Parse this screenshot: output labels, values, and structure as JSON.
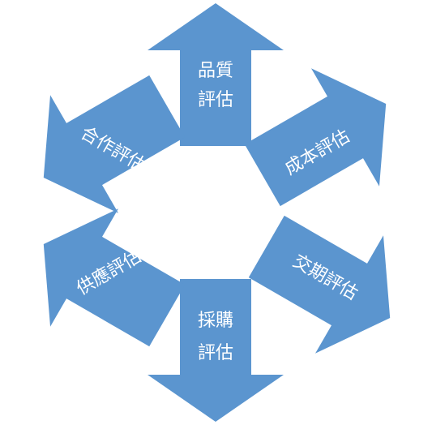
{
  "colors": {
    "arrow_fill": "#5b95cf",
    "background": "#ffffff",
    "label_text": "#ffffff"
  },
  "arrows": [
    {
      "id": "quality",
      "lines": [
        "品質",
        "評估"
      ]
    },
    {
      "id": "cost",
      "lines": [
        "成本評估"
      ]
    },
    {
      "id": "delivery",
      "lines": [
        "交期評估"
      ]
    },
    {
      "id": "procurement",
      "lines": [
        "採購",
        "評估"
      ]
    },
    {
      "id": "supply",
      "lines": [
        "供應評估"
      ]
    },
    {
      "id": "cooperation",
      "lines": [
        "合作評估"
      ]
    }
  ]
}
